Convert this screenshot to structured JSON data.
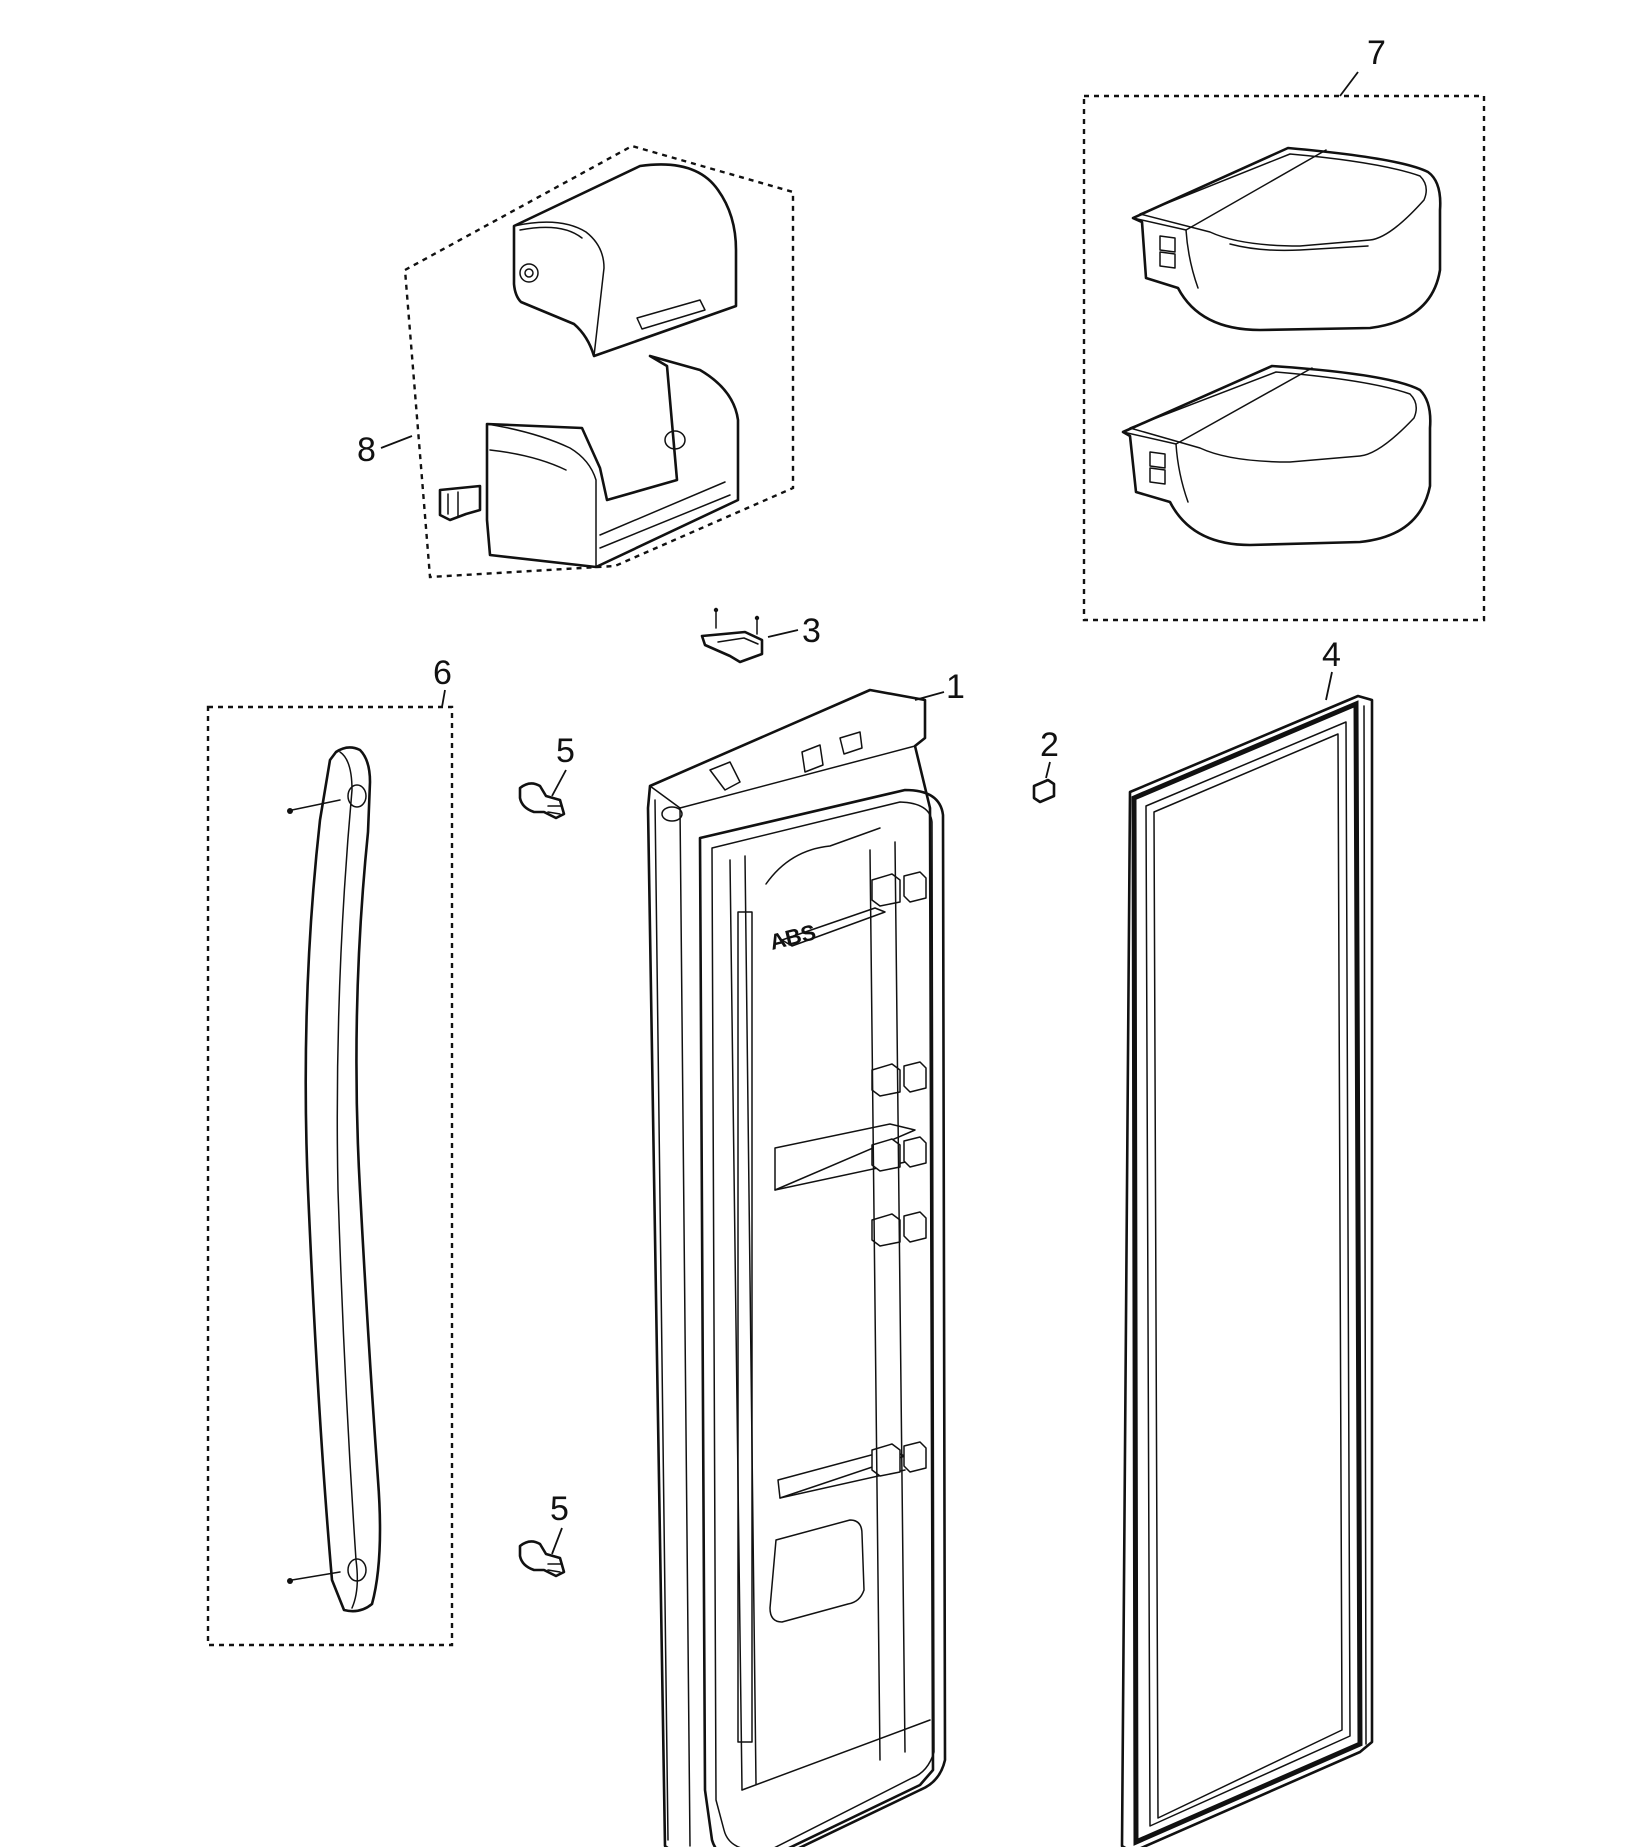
{
  "callouts": {
    "c1": "1",
    "c2": "2",
    "c3": "3",
    "c4": "4",
    "c5a": "5",
    "c5b": "5",
    "c6": "6",
    "c7": "7",
    "c8": "8"
  },
  "door_label": "ABS"
}
